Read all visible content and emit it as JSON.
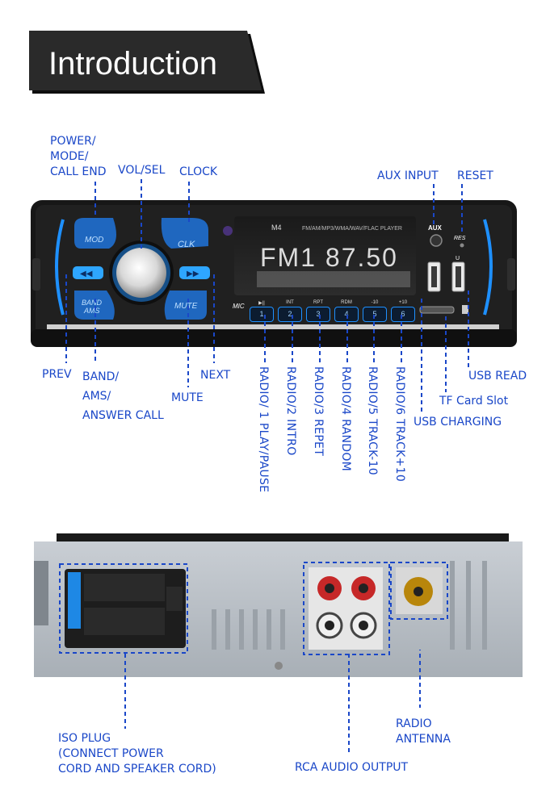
{
  "header": {
    "title": "Introduction"
  },
  "front_panel": {
    "model": "M4",
    "formats": "FM/AM/MP3/WMA/WAV/FLAC PLAYER",
    "display": "FM1  87.50",
    "buttons": {
      "mod": "MOD",
      "clk": "CLK",
      "band": "BAND",
      "ams": "AMS",
      "mute": "MUTE",
      "mic": "MIC",
      "aux": "AUX",
      "res": "RES",
      "usb": "U"
    },
    "preset_labels": [
      "▶||",
      "INT",
      "RPT",
      "RDM",
      "-10",
      "+10"
    ],
    "preset_numbers": [
      "1",
      "2",
      "3",
      "4",
      "5",
      "6"
    ]
  },
  "callouts": {
    "power_mode": [
      "POWER/",
      "MODE/",
      "CALL END"
    ],
    "vol_sel": "VOL/SEL",
    "clock": "CLOCK",
    "aux_input": "AUX INPUT",
    "reset": "RESET",
    "prev": "PREV",
    "band_ams": [
      "BAND/",
      "AMS/",
      "ANSWER CALL"
    ],
    "next": "NEXT",
    "mute": "MUTE",
    "radio1": "RADIO/ 1  PLAY/PAUSE",
    "radio2": "RADIO/2  INTRO",
    "radio3": "RADIO/3  REPET",
    "radio4": "RADIO/4  RANDOM",
    "radio5": "RADIO/5  TRACK-10",
    "radio6": "RADIO/6  TRACK+10",
    "usb_read": "USB READ",
    "tf_card": "TF Card Slot",
    "usb_charging": "USB CHARGING",
    "iso_plug": [
      "ISO PLUG",
      "(CONNECT POWER",
      "CORD AND SPEAKER CORD)"
    ],
    "rca_output": "RCA AUDIO OUTPUT",
    "radio_antenna": [
      "RADIO",
      "ANTENNA"
    ]
  },
  "colors": {
    "accent": "#1a47c8",
    "led_blue": "#1e90ff",
    "panel": "#1b1b1b"
  }
}
